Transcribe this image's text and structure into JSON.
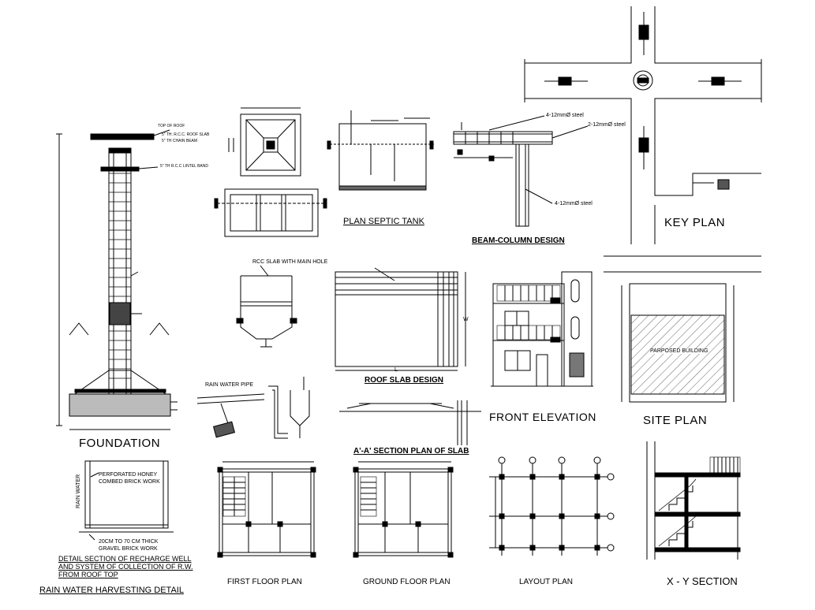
{
  "titles": {
    "foundation": "FOUNDATION",
    "plan_septic_tank": "PLAN SEPTIC TANK",
    "beam_column": "BEAM-COLUMN DESIGN",
    "key_plan": "KEY PLAN",
    "roof_slab": "ROOF SLAB DESIGN",
    "front_elevation": "FRONT ELEVATION",
    "site_plan": "SITE PLAN",
    "section_slab": "A'-A' SECTION PLAN OF SLAB",
    "first_floor": "FIRST FLOOR PLAN",
    "ground_floor": "GROUND FLOOR PLAN",
    "layout_plan": "LAYOUT PLAN",
    "xy_section": "X - Y SECTION",
    "rain_water_harvesting": "RAIN WATER HARVESTING DETAIL"
  },
  "notes": {
    "rcc_slab_manhole": "RCC SLAB WITH MAIN HOLE",
    "rain_water_pipe": "RAIN WATER PIPE",
    "perforated_1": "PERFORATED HONEY",
    "perforated_2": "COMBED BRICK WORK",
    "rain_water_vertical": "RAIN WATER",
    "gravel_1": "20CM TO 70 CM THICK",
    "gravel_2": "GRAVEL BRICK WORK",
    "detail_1": "DETAIL SECTION OF RECHARGE WELL",
    "detail_2": "AND SYSTEM OF COLLECTION OF R.W.",
    "detail_3": "FROM ROOF TOP",
    "steel_1": "4-12mmØ steel",
    "steel_2": "2-12mmØ steel",
    "steel_3": "4-12mmØ steel",
    "purposed_building": "PARPOSED BUILDING",
    "top_of_roof": "TOP OF ROOF",
    "roof_slab_note": "5\" TH. R.C.C. ROOF SLAB",
    "chain_beam": "5\" TH CHAIN BEAM",
    "lintel_band": "5\" TH R.C.C LINTEL BAND",
    "slab_w": "W",
    "slab_l": "L"
  }
}
